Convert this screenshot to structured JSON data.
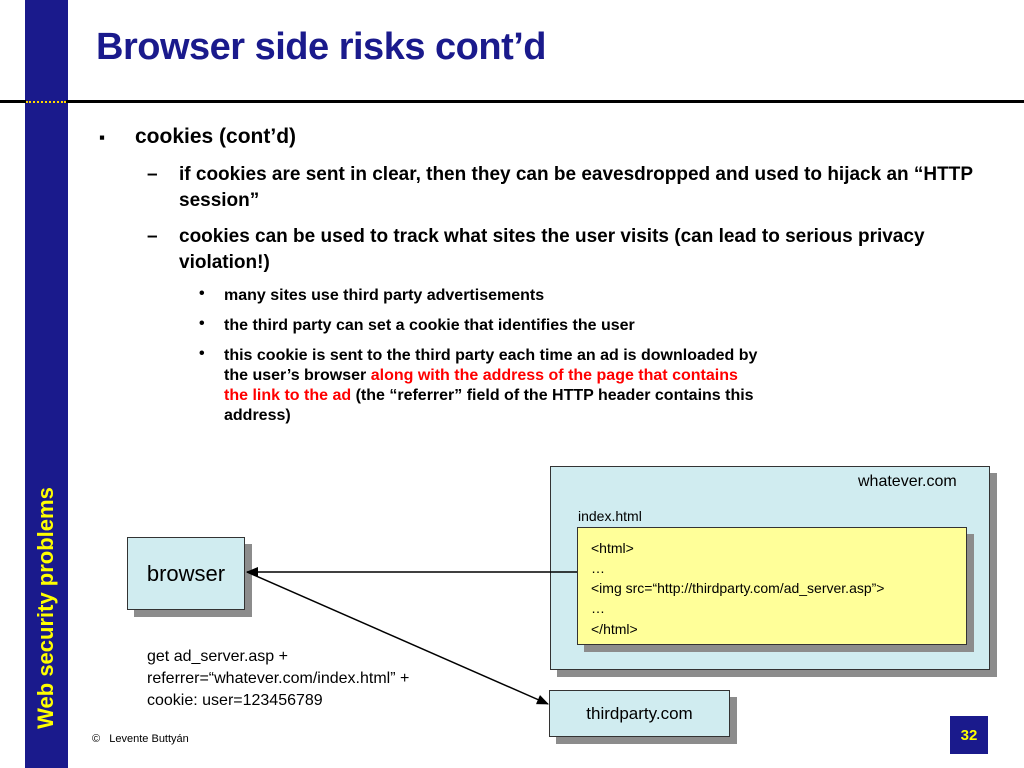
{
  "title": "Browser side risks cont’d",
  "sidebar_title": "Web security problems",
  "bullets": {
    "level1": "cookies (cont’d)",
    "level2_a": "if cookies are sent in clear, then they can be eavesdropped and used to hijack an “HTTP session”",
    "level2_b": "cookies can be used to track what sites the user visits (can lead to serious privacy violation!)",
    "level3_a": "many sites use third party advertisements",
    "level3_b": "the third party can set a cookie that identifies the user",
    "level3_c_pre": "this cookie is sent to the third party each time an ad is downloaded by the user’s browser ",
    "level3_c_red": "along with the address of the page that contains  the link to the ad",
    "level3_c_post": " (the “referrer” field of the HTTP header contains this address)"
  },
  "markers": {
    "square": "▪",
    "dash": "–",
    "dot": "•"
  },
  "diagram": {
    "whatever_label": "whatever.com",
    "index_label": "index.html",
    "code_lines": [
      "<html>",
      "…",
      "<img src=“http://thirdparty.com/ad_server.asp”>",
      "…",
      "</html>"
    ],
    "browser_label": "browser",
    "thirdparty_label": "thirdparty.com",
    "request_lines": [
      "get ad_server.asp +",
      "referrer=“whatever.com/index.html” +",
      "cookie: user=123456789"
    ]
  },
  "footer": {
    "copyright_symbol": "©",
    "author": "Levente Buttyán"
  },
  "page_number": "32",
  "colors": {
    "sidebar": "#1a1a8c",
    "title": "#1a1a8c",
    "accent_yellow": "#ffff00",
    "highlight_red": "#ff0000",
    "box_cyan": "#d0ecf0",
    "box_yellow": "#ffff99"
  }
}
